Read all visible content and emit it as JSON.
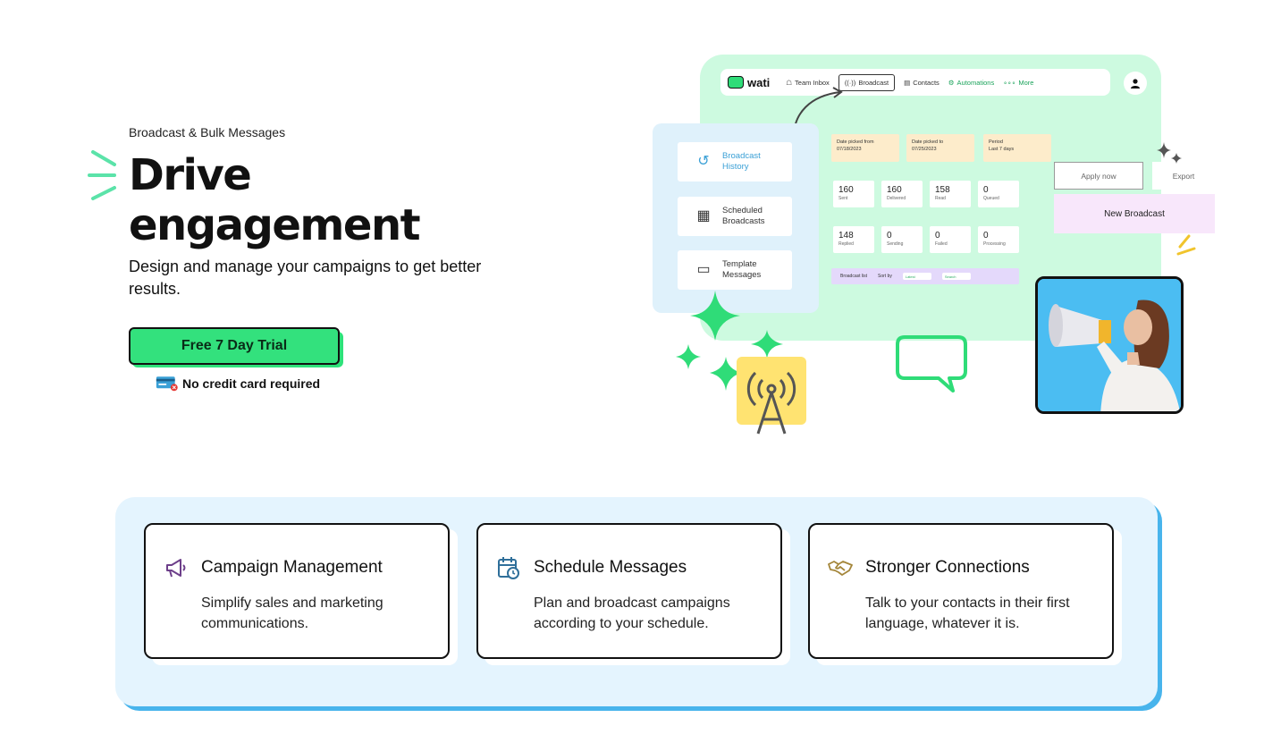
{
  "hero": {
    "eyebrow": "Broadcast & Bulk Messages",
    "headline": "Drive engagement",
    "subhead": "Design and manage your campaigns to get better results.",
    "cta_label": "Free 7 Day Trial",
    "no_credit_card": "No credit card required"
  },
  "app_mock": {
    "brand": "wati",
    "nav": [
      {
        "label": "Team Inbox",
        "icon": "inbox-icon"
      },
      {
        "label": "Broadcast",
        "icon": "broadcast-icon"
      },
      {
        "label": "Contacts",
        "icon": "contacts-icon"
      },
      {
        "label": "Automations",
        "icon": "automations-icon"
      },
      {
        "label": "More",
        "icon": "more-icon"
      }
    ],
    "side_items": [
      {
        "label": "Broadcast History",
        "icon": "history-icon"
      },
      {
        "label": "Scheduled Broadcasts",
        "icon": "calendar-clock-icon"
      },
      {
        "label": "Template Messages",
        "icon": "template-icon"
      }
    ],
    "filters": [
      {
        "label": "Date picked from",
        "value": "07/18/2023"
      },
      {
        "label": "Date picked to",
        "value": "07/25/2023"
      },
      {
        "label": "Period",
        "value": "Last 7 days"
      }
    ],
    "stats": [
      {
        "value": "160",
        "label": "Sent"
      },
      {
        "value": "160",
        "label": "Delivered"
      },
      {
        "value": "158",
        "label": "Read"
      },
      {
        "value": "0",
        "label": "Queued"
      },
      {
        "value": "148",
        "label": "Replied"
      },
      {
        "value": "0",
        "label": "Sending"
      },
      {
        "value": "0",
        "label": "Failed"
      },
      {
        "value": "0",
        "label": "Processing"
      }
    ],
    "broadcast_list": "Broadcast list",
    "sort_by": "Sort by",
    "sort_value": "Latest",
    "search": "Search",
    "apply_now": "Apply now",
    "export": "Export",
    "new_broadcast": "New Broadcast"
  },
  "features": [
    {
      "title": "Campaign Management",
      "desc": "Simplify sales and marketing communications.",
      "icon": "megaphone-icon"
    },
    {
      "title": "Schedule Messages",
      "desc": "Plan and broadcast campaigns according to your schedule.",
      "icon": "calendar-clock-icon"
    },
    {
      "title": "Stronger Connections",
      "desc": "Talk to your contacts in their first language, whatever it is.",
      "icon": "handshake-icon"
    }
  ],
  "colors": {
    "brand_green": "#33e17d",
    "mint_panel": "#cdfae0",
    "feature_band": "#e4f4fe",
    "feature_band_shadow": "#48b4ec"
  }
}
